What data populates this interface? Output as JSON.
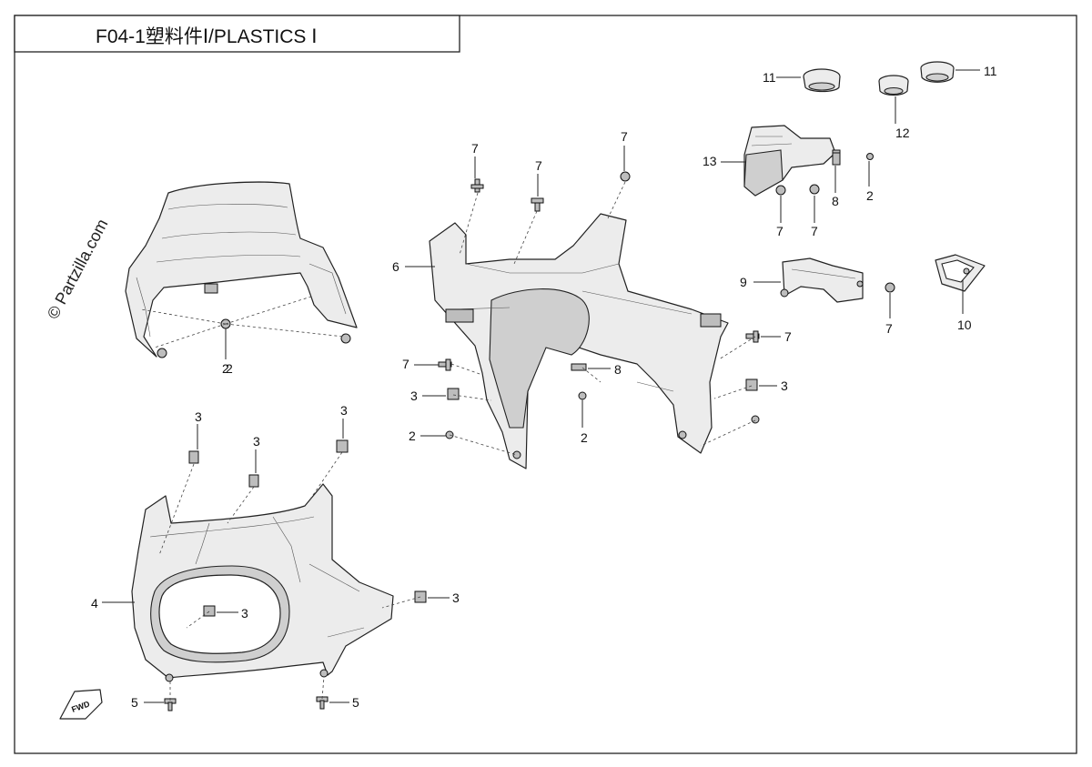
{
  "title": "F04-1塑料件Ⅰ/PLASTICS Ⅰ",
  "watermark": "© Partzilla.com",
  "fwd_label": "FWD",
  "callouts": [
    {
      "label": "11"
    },
    {
      "label": "11"
    },
    {
      "label": "12"
    },
    {
      "label": "13"
    },
    {
      "label": "7"
    },
    {
      "label": "7"
    },
    {
      "label": "7"
    },
    {
      "label": "7"
    },
    {
      "label": "7"
    },
    {
      "label": "8"
    },
    {
      "label": "2"
    },
    {
      "label": "9"
    },
    {
      "label": "7"
    },
    {
      "label": "10"
    },
    {
      "label": "6"
    },
    {
      "label": "2"
    },
    {
      "label": "7"
    },
    {
      "label": "7"
    },
    {
      "label": "8"
    },
    {
      "label": "3"
    },
    {
      "label": "3"
    },
    {
      "label": "2"
    },
    {
      "label": "2"
    },
    {
      "label": "2"
    },
    {
      "label": "3"
    },
    {
      "label": "3"
    },
    {
      "label": "3"
    },
    {
      "label": "4"
    },
    {
      "label": "3"
    },
    {
      "label": "3"
    },
    {
      "label": "5"
    },
    {
      "label": "5"
    }
  ]
}
